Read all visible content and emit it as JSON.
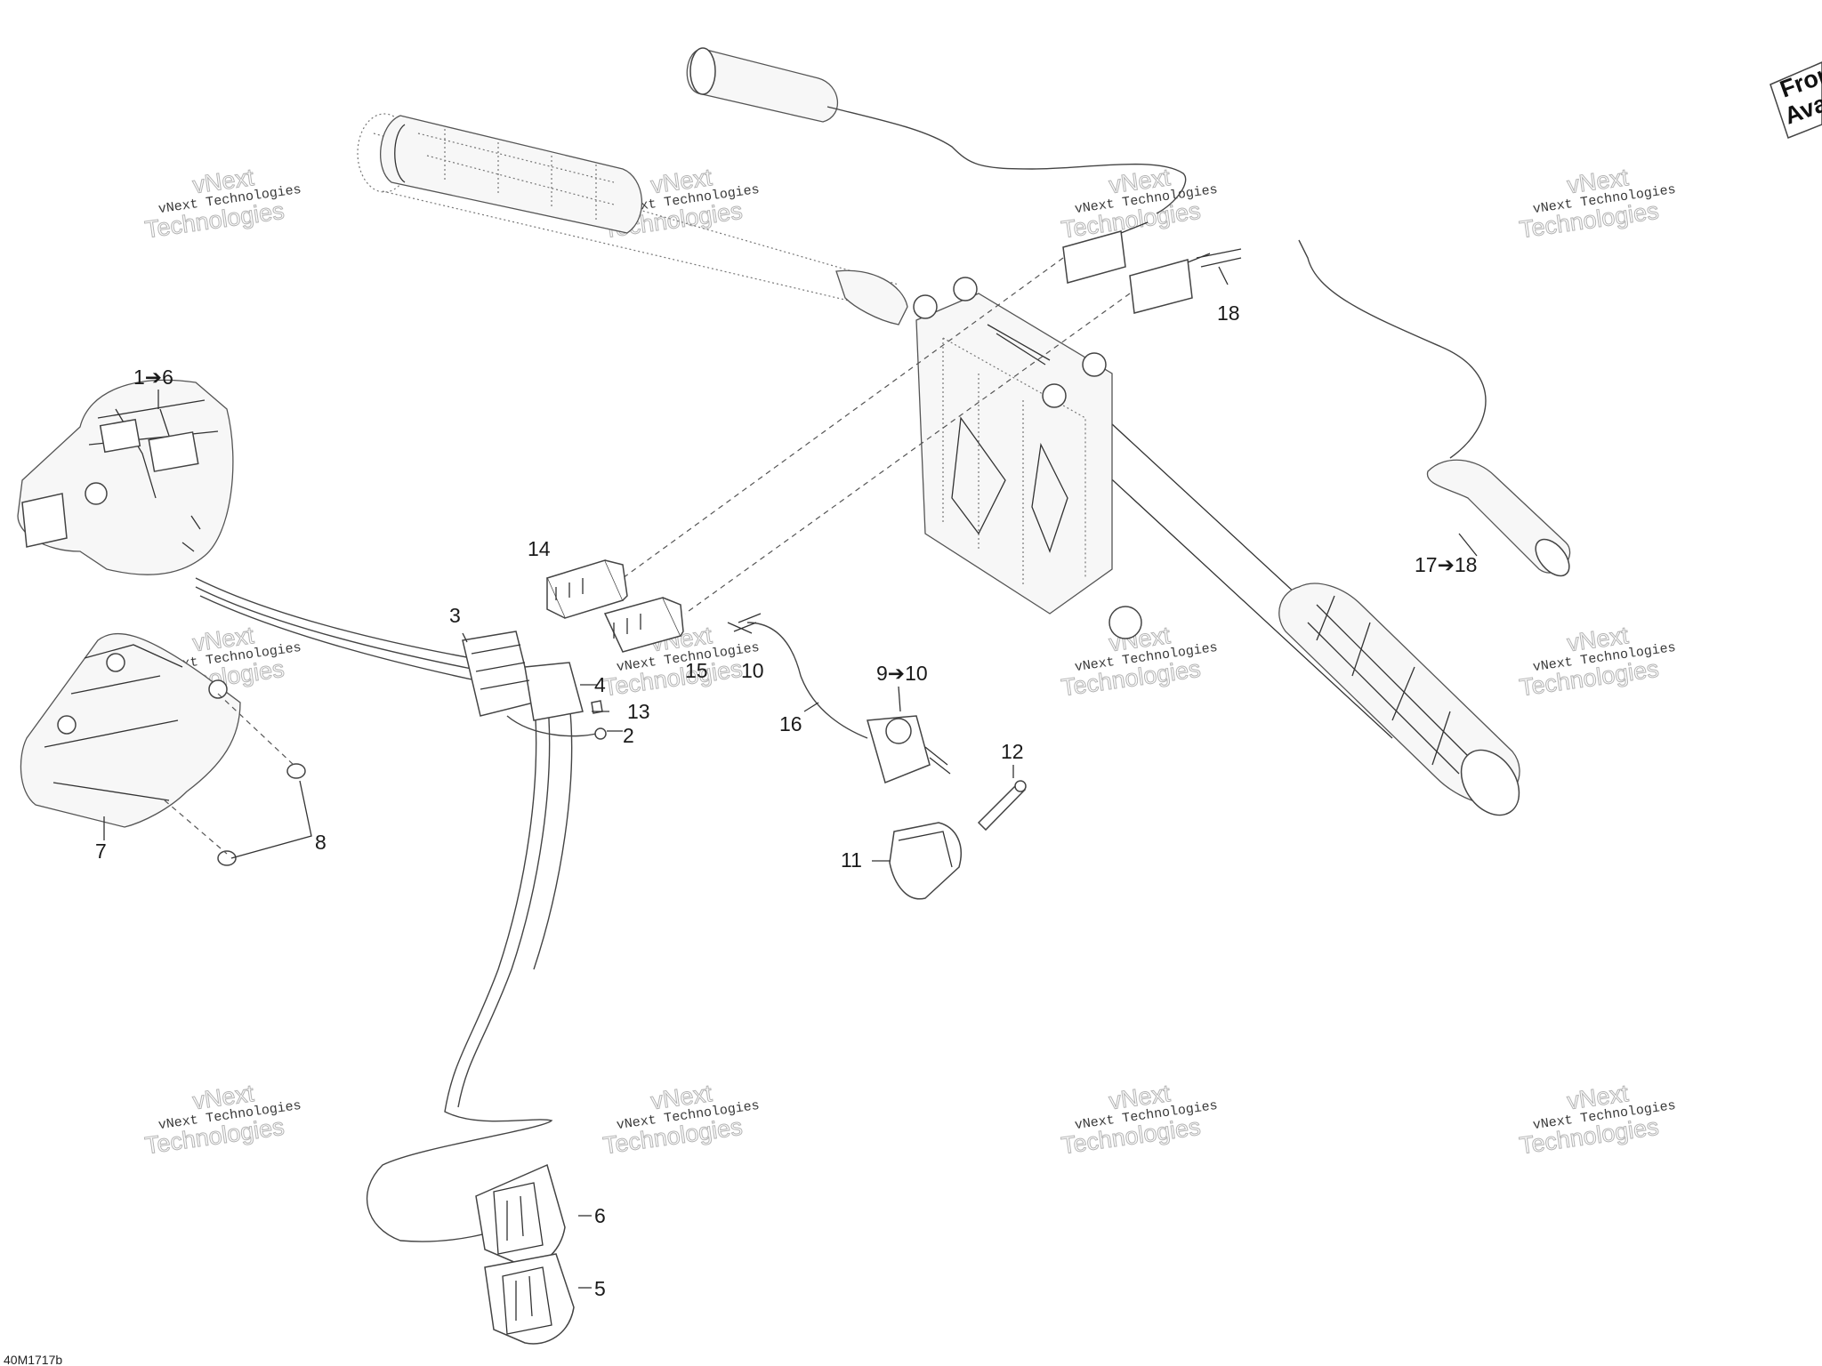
{
  "diagram": {
    "code": "40M1717b",
    "front_tag": [
      "Front",
      "Avant"
    ]
  },
  "callouts": [
    {
      "id": "c-1-6",
      "label": "1➔6"
    },
    {
      "id": "c-2",
      "label": "2"
    },
    {
      "id": "c-3",
      "label": "3"
    },
    {
      "id": "c-4",
      "label": "4"
    },
    {
      "id": "c-5",
      "label": "5"
    },
    {
      "id": "c-6",
      "label": "6"
    },
    {
      "id": "c-7",
      "label": "7"
    },
    {
      "id": "c-8",
      "label": "8"
    },
    {
      "id": "c-9-10",
      "label": "9➔10"
    },
    {
      "id": "c-10",
      "label": "10"
    },
    {
      "id": "c-11",
      "label": "11"
    },
    {
      "id": "c-12",
      "label": "12"
    },
    {
      "id": "c-13",
      "label": "13"
    },
    {
      "id": "c-14",
      "label": "14"
    },
    {
      "id": "c-15",
      "label": "15"
    },
    {
      "id": "c-16",
      "label": "16"
    },
    {
      "id": "c-17-18",
      "label": "17➔18"
    },
    {
      "id": "c-18",
      "label": "18"
    }
  ],
  "watermark": {
    "small": "vNext Technologies",
    "big_top": "vNext",
    "big_bottom": "Technologies"
  }
}
